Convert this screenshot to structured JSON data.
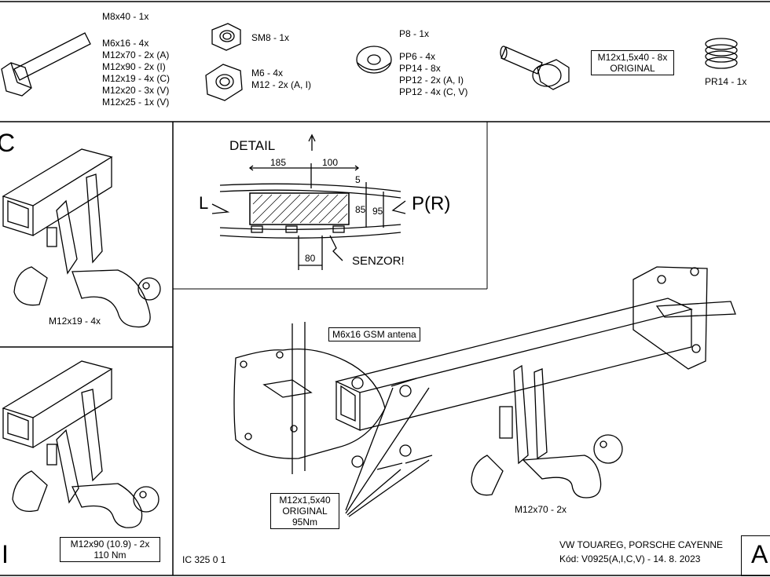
{
  "parts": {
    "bolt_group": [
      "M8x40 - 1x",
      "M6x16 - 4x",
      "M12x70 - 2x (A)",
      "M12x90 - 2x (I)",
      "M12x19 - 4x (C)",
      "M12x20 - 3x (V)",
      "M12x25 - 1x (V)"
    ],
    "sm_nut": "SM8 - 1x",
    "hex_nuts": [
      "M6 - 4x",
      "M12 - 2x (A, I)"
    ],
    "washers": [
      "P8 - 1x",
      "PP6 - 4x",
      "PP14 - 8x",
      "PP12 - 2x (A, I)",
      "PP12 - 4x (C, V)"
    ],
    "flange_bolt": [
      "M12x1,5x40 - 8x",
      "ORIGINAL"
    ],
    "spring": "PR14 - 1x"
  },
  "detail": {
    "title": "DETAIL",
    "left": "L",
    "right": "P(R)",
    "dim_185": "185",
    "dim_100": "100",
    "dim_5": "5",
    "dim_85": "85",
    "dim_95": "95",
    "dim_80": "80",
    "sensor": "SENZOR!"
  },
  "variants": {
    "c_letter": "C",
    "c_bolt": "M12x19 - 4x",
    "i_letter": "I",
    "i_bolt": [
      "M12x90 (10.9) - 2x",
      "110 Nm"
    ]
  },
  "main": {
    "antenna": "M6x16 GSM antena",
    "orig_bolt": [
      "M12x1,5x40",
      "ORIGINAL",
      "95Nm"
    ],
    "ball_bolt": "M12x70 - 2x",
    "a_letter": "A"
  },
  "footer": {
    "drawing_no": "IC 325 0 1",
    "vehicle": "VW TOUAREG, PORSCHE CAYENNE",
    "code": "Kód: V0925(A,I,C,V) - 14. 8. 2023"
  }
}
